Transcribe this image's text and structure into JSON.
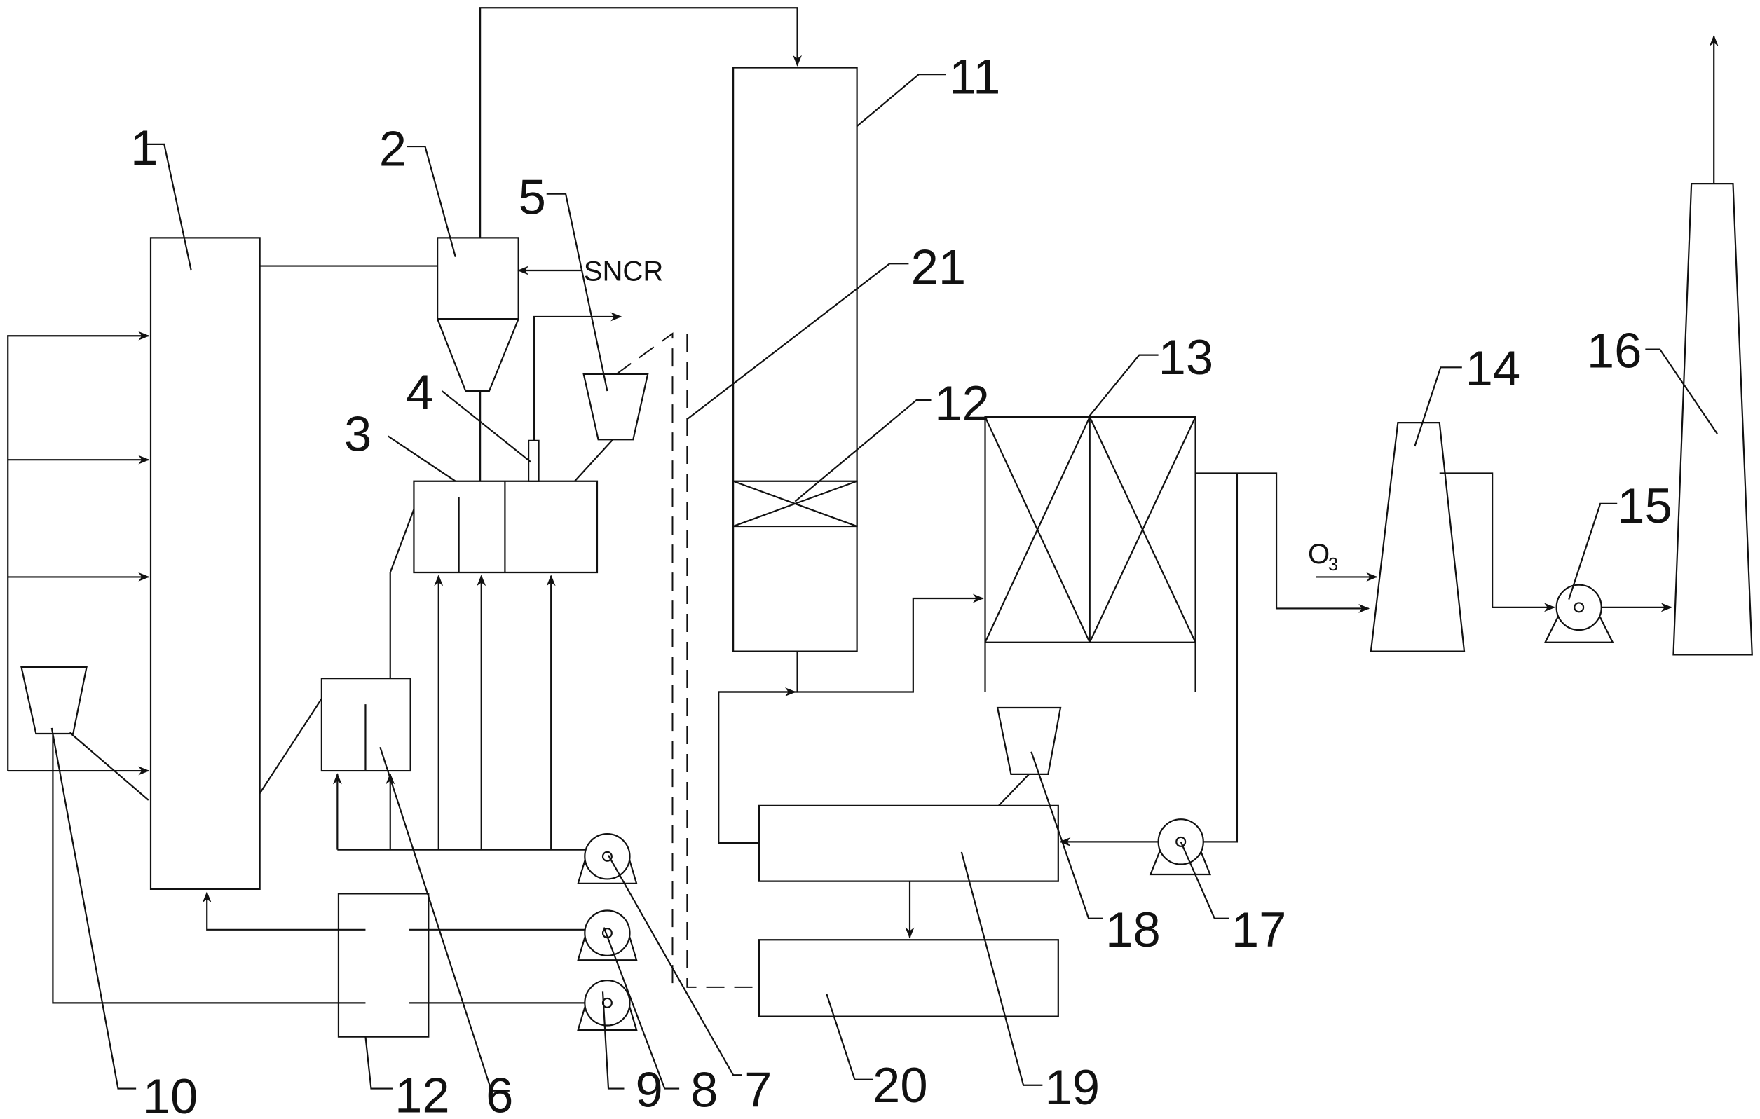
{
  "labels": {
    "n1": "1",
    "n2": "2",
    "n3": "3",
    "n4": "4",
    "n5": "5",
    "n6": "6",
    "n7": "7",
    "n8": "8",
    "n9": "9",
    "n10": "10",
    "n11": "11",
    "n12a": "12",
    "n12b": "12",
    "n13": "13",
    "n14": "14",
    "n15": "15",
    "n16": "16",
    "n17": "17",
    "n18": "18",
    "n19": "19",
    "n20": "20",
    "n21": "21"
  },
  "inputs": {
    "sncr": "SNCR",
    "ozone": "O",
    "ozone_sub": "3"
  },
  "colors": {
    "line": "#111111",
    "background": "#ffffff"
  }
}
